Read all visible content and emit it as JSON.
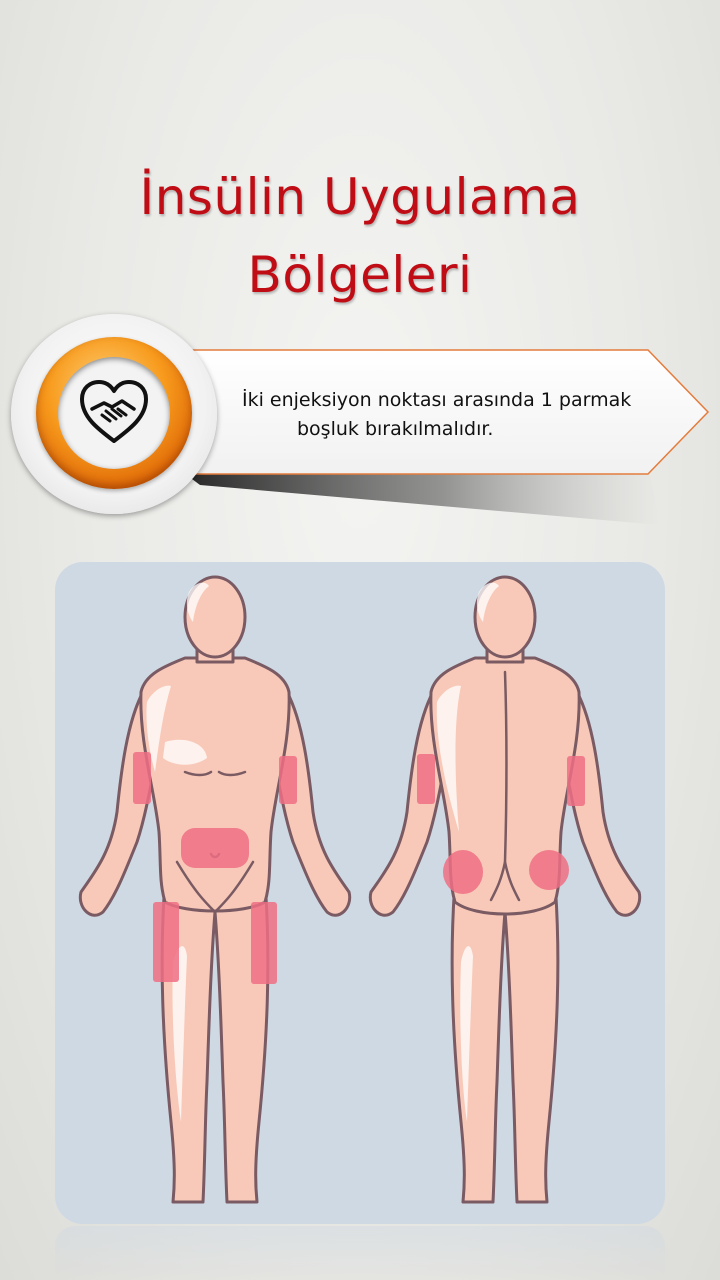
{
  "title": {
    "line1": "İnsülin Uygulama",
    "line2": "Bölgeleri"
  },
  "callout": {
    "icon": "handshake-heart-icon",
    "text_line1": "İki enjeksiyon noktası arasında 1 parmak",
    "text_line2": "boşluk bırakılmalıdır."
  },
  "figure": {
    "views": [
      "front",
      "back"
    ],
    "front_sites": [
      "upper-arm-left",
      "upper-arm-right",
      "abdomen",
      "thigh-left",
      "thigh-right"
    ],
    "back_sites": [
      "upper-arm-left",
      "upper-arm-right",
      "buttock-left",
      "buttock-right"
    ]
  },
  "colors": {
    "title": "#c00d15",
    "ring_orange": "#f39019",
    "injection_site": "#ef6f84",
    "skin": "#f8c9b8",
    "panel": "#cfd9e3"
  }
}
